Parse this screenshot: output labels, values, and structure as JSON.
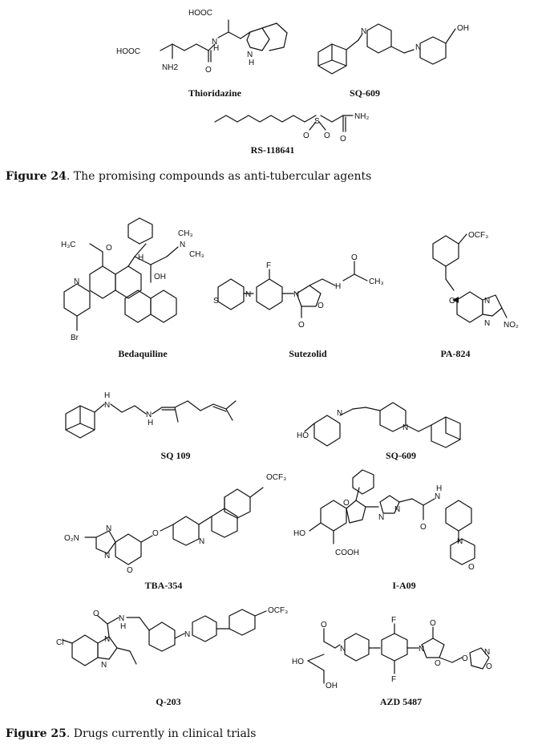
{
  "figure24": {
    "label": "Figure 24",
    "text": ". The promising compounds as anti-tubercular agents",
    "compounds": [
      "Thioridazine",
      "SQ-609",
      "RS-118641"
    ]
  },
  "figure25": {
    "label": "Figure 25",
    "text": ". Drugs currently in clinical trials",
    "compounds": [
      "Bedaquiline",
      "Sutezolid",
      "PA-824",
      "SQ 109",
      "SQ-609",
      "TBA-354",
      "I-A09",
      "Q-203",
      "AZD 5487"
    ]
  },
  "atom_labels": {
    "cooh": "HOOC",
    "cooh2": "COOH",
    "nh2": "NH2",
    "nh2b": "NH₂",
    "h": "H",
    "n": "N",
    "o": "O",
    "oh": "OH",
    "ho": "HO",
    "s": "S",
    "f": "F",
    "br": "Br",
    "cl": "Cl",
    "ch3": "CH₃",
    "h3c": "H₃C",
    "ocf3": "OCF₃",
    "no2": "NO₂",
    "o2n": "O₂N",
    "nh": "H"
  }
}
